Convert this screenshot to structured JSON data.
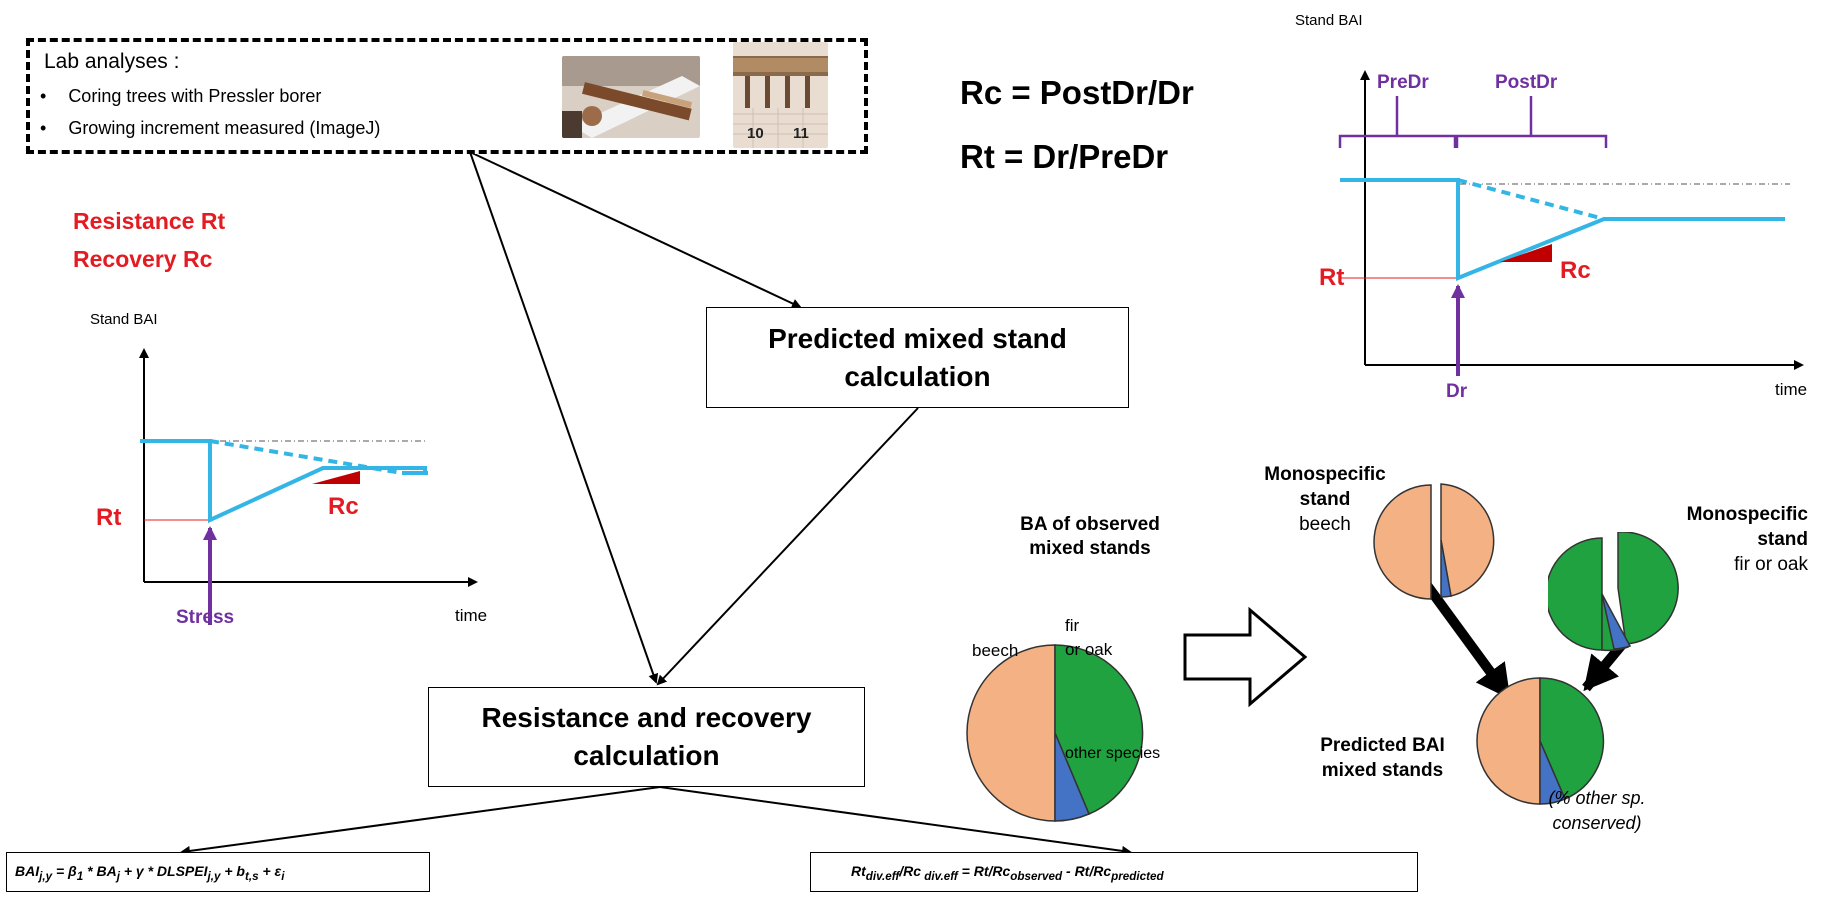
{
  "lab_box": {
    "title": "Lab analyses :",
    "items": [
      "Coring trees with Pressler borer",
      "Growing increment measured (ImageJ)"
    ],
    "photo2_numbers": [
      "10",
      "11"
    ]
  },
  "formulas": {
    "rc": "Rc = PostDr/Dr",
    "rt": "Rt = Dr/PreDr"
  },
  "legend_red": {
    "line1": "Resistance Rt",
    "line2": "Recovery Rc"
  },
  "left_graph": {
    "y_label": "Stand BAI",
    "x_label": "time",
    "rt": "Rt",
    "rc": "Rc",
    "event": "Stress"
  },
  "right_graph": {
    "y_label": "Stand BAI",
    "x_label": "time",
    "rt": "Rt",
    "rc": "Rc",
    "event": "Dr",
    "pre": "PreDr",
    "post": "PostDr"
  },
  "boxes": {
    "predicted": [
      "Predicted mixed stand",
      "calculation"
    ],
    "resistance": [
      "Resistance and recovery",
      "calculation"
    ]
  },
  "pies": {
    "observed_title": [
      "BA of observed",
      "mixed stands"
    ],
    "observed_beech": "beech",
    "observed_fir": [
      "fir",
      "or oak"
    ],
    "observed_other": "other species",
    "mono_beech": [
      "Monospecific",
      "stand",
      "beech"
    ],
    "mono_fir": [
      "Monospecific",
      "stand",
      "fir or oak"
    ],
    "predicted_title": [
      "Predicted BAI",
      "mixed stands"
    ],
    "predicted_note": [
      "(% other sp.",
      "conserved)"
    ]
  },
  "bottom": {
    "left_formula": {
      "p1": "BAI",
      "s1": "j,y",
      "p2": " = β",
      "s2": "1",
      "p3": " * BA",
      "s3": "j",
      "p4": " + γ * DLSPEI",
      "s4": "j,y",
      "p5": " + b",
      "s5": "t,s",
      "p6": " + ε",
      "s6": "i"
    },
    "right_formula": {
      "p1": "Rt",
      "s1": "div.eff",
      "p2": "/Rc",
      "s2": " div.eff",
      "p3": "  = Rt/Rc",
      "s3": "observed",
      "p4": " -  Rt/Rc",
      "s4": "predicted"
    }
  },
  "colors": {
    "beech": "#f4b183",
    "fir_oak": "#1fa23f",
    "other": "#4472c4",
    "line": "#33b5e5",
    "red": "#e31c23",
    "purple": "#7030a0"
  }
}
